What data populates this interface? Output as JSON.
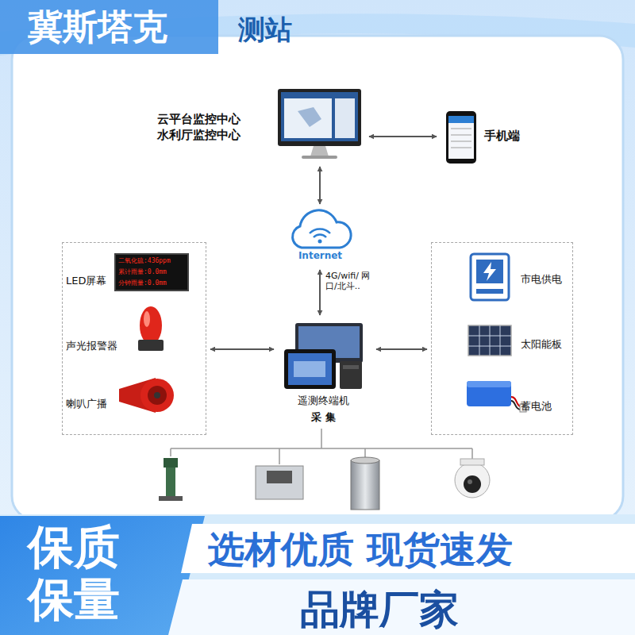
{
  "diagram": {
    "nodes": [
      {
        "text": [
          "云平台监控中心 水利厅监控中心"
        ]
      },
      {
        "text": [
          "手机端"
        ]
      },
      {
        "text": [
          "Internet"
        ]
      },
      {
        "text": []
      },
      {
        "text": [
          "LED屏幕"
        ],
        "in": 3
      },
      {
        "text": [
          "声光报警器"
        ],
        "in": 3
      },
      {
        "text": [
          "喇叭广播"
        ],
        "in": 3
      },
      {
        "text": [
          "遥测终端机",
          "采 集"
        ]
      },
      {
        "text": []
      },
      {
        "text": [
          "市电供电"
        ],
        "in": 8
      },
      {
        "text": [
          "太阳能板"
        ],
        "in": 8
      },
      {
        "text": [
          "蓄电池"
        ],
        "in": 8
      }
    ],
    "edges": [
      {
        "from": 0,
        "to": 1,
        "arrow": "both"
      },
      {
        "from": 0,
        "to": 2,
        "arrow": "both"
      },
      {
        "from": 2,
        "to": 7,
        "label": "4G/wifi/ 网口/北斗..",
        "arrow": "both"
      },
      {
        "from": 7,
        "to": 3,
        "arrow": "both"
      },
      {
        "from": 7,
        "to": 8,
        "arrow": "both"
      }
    ],
    "labels": [
      "冀斯塔克",
      "测站",
      "二氧化硫:436ppm",
      "累计雨量:0.0mm",
      "分钟雨量:0.0mm",
      "保质 保量",
      "选材优质 现货速发",
      "品牌厂家"
    ]
  }
}
